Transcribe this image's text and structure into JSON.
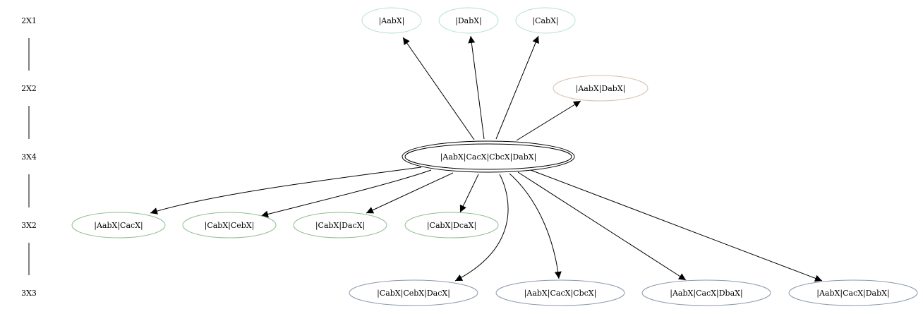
{
  "ranks": [
    {
      "id": "r2x1",
      "label": "2X1"
    },
    {
      "id": "r2x2",
      "label": "2X2"
    },
    {
      "id": "r3x4",
      "label": "3X4"
    },
    {
      "id": "r3x2",
      "label": "3X2"
    },
    {
      "id": "r3x3",
      "label": "3X3"
    }
  ],
  "nodes": [
    {
      "id": "n-aabx",
      "label": "|AabX|",
      "rank": "2X1",
      "color": "#b3e0dc"
    },
    {
      "id": "n-dabx",
      "label": "|DabX|",
      "rank": "2X1",
      "color": "#b3e0dc"
    },
    {
      "id": "n-cabx",
      "label": "|CabX|",
      "rank": "2X1",
      "color": "#b3e0dc"
    },
    {
      "id": "n-aabx-dabx",
      "label": "|AabX|DabX|",
      "rank": "2X2",
      "color": "#d6bfad"
    },
    {
      "id": "n-center",
      "label": "|AabX|CacX|CbcX|DabX|",
      "rank": "3X4",
      "color": "#000000",
      "double": true
    },
    {
      "id": "n-aabx-cacx",
      "label": "|AabX|CacX|",
      "rank": "3X2",
      "color": "#8fbf8f"
    },
    {
      "id": "n-cabx-cebx",
      "label": "|CabX|CebX|",
      "rank": "3X2",
      "color": "#8fbf8f"
    },
    {
      "id": "n-cabx-dacx",
      "label": "|CabX|DacX|",
      "rank": "3X2",
      "color": "#8fbf8f"
    },
    {
      "id": "n-cabx-dcax",
      "label": "|CabX|DcaX|",
      "rank": "3X2",
      "color": "#8fbf8f"
    },
    {
      "id": "n-cabx-cebx-dacx",
      "label": "|CabX|CebX|DacX|",
      "rank": "3X3",
      "color": "#8c99ad"
    },
    {
      "id": "n-aabx-cacx-cbcx",
      "label": "|AabX|CacX|CbcX|",
      "rank": "3X3",
      "color": "#8c99ad"
    },
    {
      "id": "n-aabx-cacx-dbax",
      "label": "|AabX|CacX|DbaX|",
      "rank": "3X3",
      "color": "#8c99ad"
    },
    {
      "id": "n-aabx-cacx-dabx",
      "label": "|AabX|CacX|DabX|",
      "rank": "3X3",
      "color": "#8c99ad"
    }
  ],
  "edges": [
    {
      "from": "n-center",
      "to": "n-aabx"
    },
    {
      "from": "n-center",
      "to": "n-dabx"
    },
    {
      "from": "n-center",
      "to": "n-cabx"
    },
    {
      "from": "n-center",
      "to": "n-aabx-dabx"
    },
    {
      "from": "n-center",
      "to": "n-aabx-cacx"
    },
    {
      "from": "n-center",
      "to": "n-cabx-cebx"
    },
    {
      "from": "n-center",
      "to": "n-cabx-dacx"
    },
    {
      "from": "n-center",
      "to": "n-cabx-dcax"
    },
    {
      "from": "n-center",
      "to": "n-cabx-cebx-dacx"
    },
    {
      "from": "n-center",
      "to": "n-aabx-cacx-cbcx"
    },
    {
      "from": "n-center",
      "to": "n-aabx-cacx-dbax"
    },
    {
      "from": "n-center",
      "to": "n-aabx-cacx-dabx"
    }
  ]
}
